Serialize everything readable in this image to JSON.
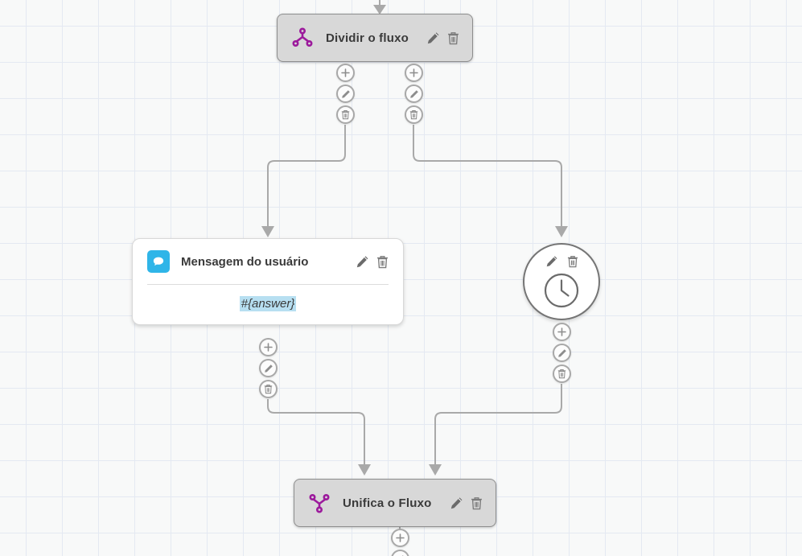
{
  "canvas": {
    "background_color": "#f8f9f9",
    "grid_line_color": "#e4e9f2",
    "grid_size": 45,
    "edge_color": "#a9a9a9"
  },
  "palette": {
    "flow_purple": "#9c1a9c",
    "chat_blue": "#2fb5e8",
    "token_highlight": "#b7dff1",
    "node_gray": "#d8d8d8",
    "node_border": "#8e8e8e",
    "text": "#3a3a3a"
  },
  "nodes": {
    "split": {
      "title": "Dividir o fluxo",
      "icon": "flow-split-icon",
      "edit_label": "Editar",
      "delete_label": "Excluir"
    },
    "message": {
      "title": "Mensagem do usuário",
      "icon": "chat-bubble-icon",
      "body_token": "#{answer}",
      "edit_label": "Editar",
      "delete_label": "Excluir"
    },
    "timer": {
      "icon": "clock-icon",
      "edit_label": "Editar",
      "delete_label": "Excluir"
    },
    "merge": {
      "title": "Unifica o Fluxo",
      "icon": "flow-merge-icon",
      "edit_label": "Editar",
      "delete_label": "Excluir"
    }
  },
  "port_actions": {
    "add_label": "Adicionar",
    "edit_label": "Editar",
    "delete_label": "Excluir"
  }
}
